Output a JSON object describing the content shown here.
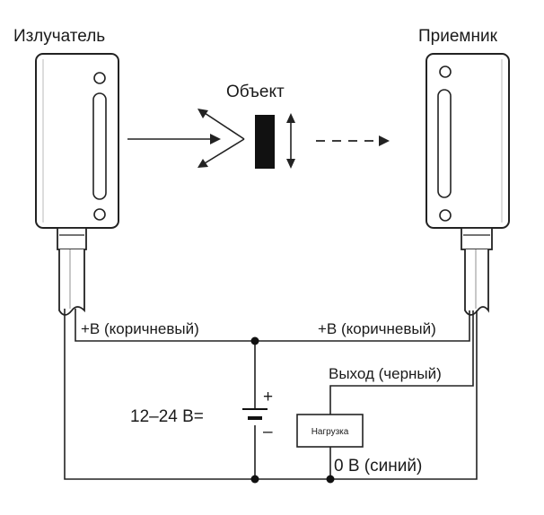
{
  "emitter": {
    "title": "Излучатель"
  },
  "receiver": {
    "title": "Приемник"
  },
  "object": {
    "label": "Объект"
  },
  "wires": {
    "emitter_plus": "+В (коричневый)",
    "receiver_plus": "+В (коричневый)",
    "output": "Выход (черный)",
    "zero": "0 В (синий)"
  },
  "supply": {
    "label": "12–24 В=",
    "plus": "+",
    "minus": "–"
  },
  "load": {
    "label": "Нагрузка"
  }
}
